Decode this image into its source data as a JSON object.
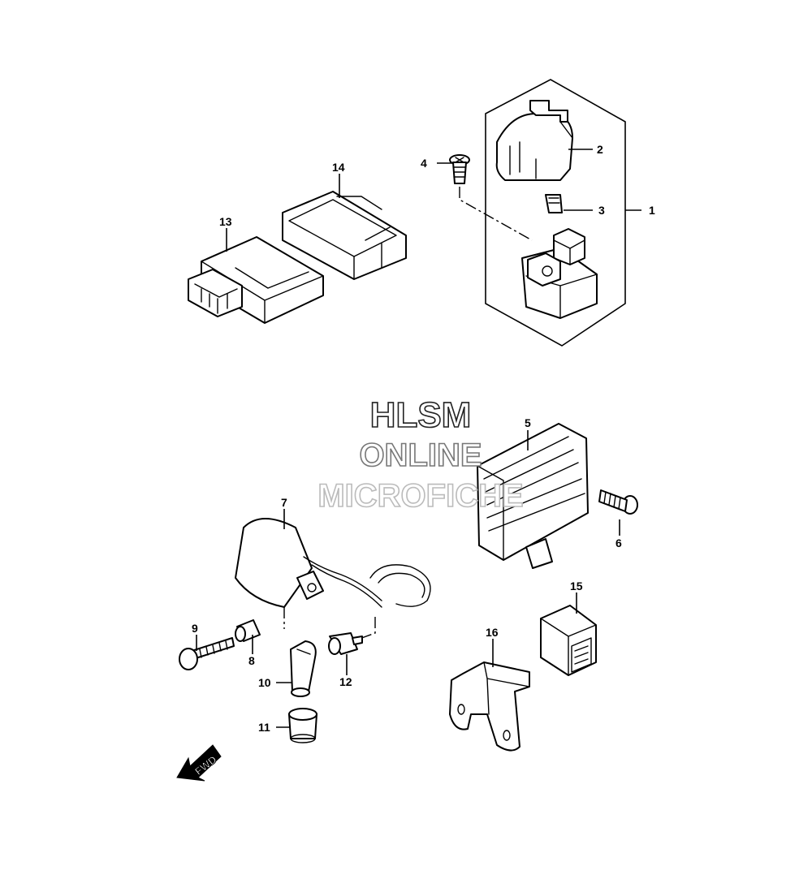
{
  "diagram": {
    "callouts": {
      "c1": "1",
      "c2": "2",
      "c3": "3",
      "c4": "4",
      "c5": "5",
      "c6": "6",
      "c7": "7",
      "c8": "8",
      "c9": "9",
      "c10": "10",
      "c11": "11",
      "c12": "12",
      "c13": "13",
      "c14": "14",
      "c15": "15",
      "c16": "16"
    },
    "direction_label": "FWD"
  },
  "watermark": {
    "line1": "HLSM",
    "line2": "ONLINE",
    "line3": "MICROFICHE",
    "color_dark": "#222222",
    "color_mid": "#777777",
    "color_light": "#bbbbbb"
  }
}
